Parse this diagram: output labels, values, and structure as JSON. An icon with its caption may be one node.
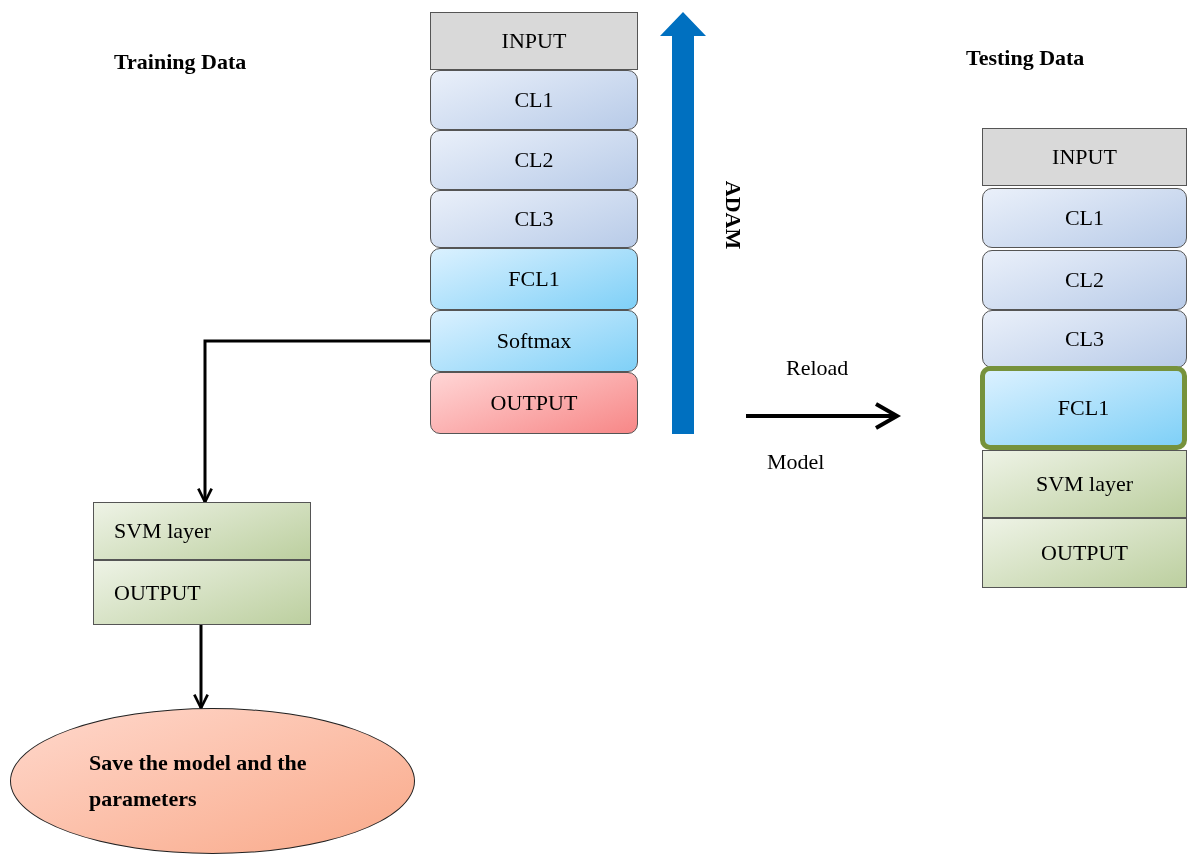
{
  "diagram": {
    "nodes": [
      {
        "text": [
          "INPUT"
        ]
      },
      {
        "text": [
          "CL1"
        ]
      },
      {
        "text": [
          "CL2"
        ]
      },
      {
        "text": [
          "CL3"
        ]
      },
      {
        "text": [
          "FCL1"
        ]
      },
      {
        "text": [
          "Softmax"
        ]
      },
      {
        "text": [
          "OUTPUT"
        ]
      },
      {
        "text": [
          "SVM layer"
        ]
      },
      {
        "text": [
          "OUTPUT"
        ]
      },
      {
        "text": [
          "Save the model and the parameters"
        ]
      },
      {
        "text": [
          "INPUT"
        ]
      },
      {
        "text": [
          "CL1"
        ]
      },
      {
        "text": [
          "CL2"
        ]
      },
      {
        "text": [
          "CL3"
        ]
      },
      {
        "text": [
          "FCL1"
        ]
      },
      {
        "text": [
          "SVM layer"
        ]
      },
      {
        "text": [
          "OUTPUT"
        ]
      }
    ],
    "edges": [
      {
        "from": 5,
        "to": 7,
        "arrow": "to"
      },
      {
        "from": 8,
        "to": 9,
        "arrow": "to"
      }
    ],
    "labels": [
      "Training Data",
      "Testing Data",
      "ADAM",
      "Reload",
      "Model"
    ]
  }
}
